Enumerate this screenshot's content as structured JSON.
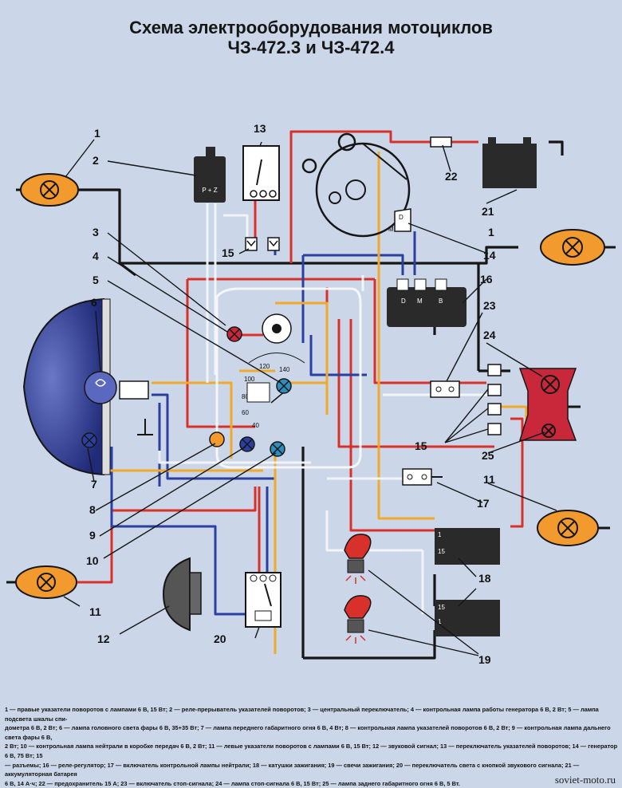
{
  "title": {
    "line1": "Схема электрооборудования мотоциклов",
    "line2": "ЧЗ-472.3 и ЧЗ-472.4"
  },
  "labels": {
    "l1_left": "1",
    "l2": "2",
    "l3": "3",
    "l4": "4",
    "l5": "5",
    "l6": "6",
    "l7": "7",
    "l8": "8",
    "l9": "9",
    "l10": "10",
    "l11_left": "11",
    "l12": "12",
    "l13": "13",
    "l14": "14",
    "l15_top": "15",
    "l15_right": "15",
    "l16": "16",
    "l17": "17",
    "l18": "18",
    "l19": "19",
    "l20": "20",
    "l21": "21",
    "l22": "22",
    "l23": "23",
    "l24": "24",
    "l25": "25",
    "l1_right": "1",
    "l11_right": "11"
  },
  "component_marks": {
    "relay": "P + Z",
    "gen_d": "D",
    "gen_m": "M",
    "reg_d": "D",
    "reg_m": "M",
    "reg_b": "B",
    "coil_1a": "1",
    "coil_15a": "15",
    "coil_15b": "15",
    "coil_1b": "1",
    "speed_140": "140",
    "speed_120": "120",
    "speed_100": "100",
    "speed_80": "80",
    "speed_60": "60",
    "speed_40": "40"
  },
  "legend": {
    "line1": "1 — правые указатели поворотов с лампами 6 В, 15 Вт; 2 — реле-прерыватель указателей поворотов; 3 — центральный переключатель; 4 — контрольная лампа работы генератора 6 В, 2 Вт; 5 — лампа подсвета шкалы спи-",
    "line2": "дометра 6 В, 2 Вт; 6 — лампа головного света фары 6 В, 35+35 Вт; 7 — лампа переднего габаритного огня 6 В, 4 Вт; 8 — контрольная лампа указателей поворотов 6 В, 2 Вт; 9 — контрольная лампа дальнего света фары 6 В,",
    "line3": "2 Вт; 10 — контрольная лампа нейтрали в коробке передач 6 В, 2 Вт; 11 — левые указатели поворотов с лампами 6 В, 15 Вт; 12 — звуковой сигнал; 13 — переключатель указателей поворотов; 14 — генератор 6 В, 75 Вт; 15",
    "line4": "— разъемы; 16 — реле-регулятор; 17 — включатель контрольной лампы нейтрали; 18 — катушки зажигания; 19 — свечи зажигания; 20 — переключатель света с кнопкой звукового сигнала; 21 — аккумуляторная батарея",
    "line5": "6 В, 14 А·ч; 22 — предохранитель 15 А; 23 — включатель стоп-сигнала; 24 — лампа стоп-сигнала 6 В, 15 Вт; 25 — лампа заднего габаритного огня 6 В, 5 Вт."
  },
  "watermark": "soviet-moto.ru",
  "colors": {
    "red": "#d8302a",
    "blue": "#2a3f9e",
    "black": "#161616",
    "yellow": "#f0a92a",
    "white": "#f4f6f8",
    "lamp_orange": "#f29a2e",
    "headlight_blue": "#2f3e9c",
    "tail_red": "#c8283a"
  }
}
